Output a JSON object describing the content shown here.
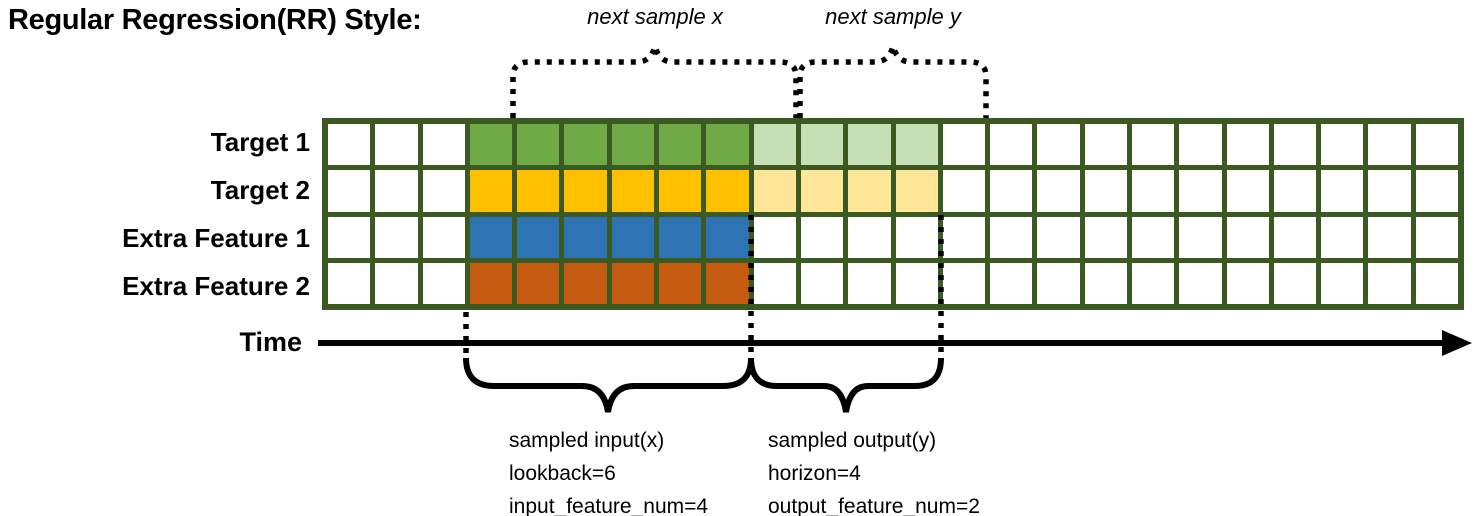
{
  "title": "Regular Regression(RR) Style:",
  "annotations": {
    "next_sample_x": "next sample x",
    "next_sample_y": "next sample y"
  },
  "time_axis": {
    "label": "Time"
  },
  "grid": {
    "columns": 24,
    "lookback_start_col": 3,
    "lookback_cols": 6,
    "horizon_cols": 4,
    "border_color": "#3a5a22",
    "rows": [
      {
        "label": "Target 1",
        "fill": "#6faa47",
        "light_fill": "#c6dfb4",
        "has_light": true
      },
      {
        "label": "Target 2",
        "fill": "#ffc000",
        "light_fill": "#ffe699",
        "has_light": true
      },
      {
        "label": "Extra Feature 1",
        "fill": "#2e74b5",
        "light_fill": null,
        "has_light": false
      },
      {
        "label": "Extra Feature 2",
        "fill": "#c55a11",
        "light_fill": null,
        "has_light": false
      }
    ]
  },
  "bottom_left_label": {
    "lines": [
      "sampled input(x)",
      "lookback=6",
      "input_feature_num=4"
    ]
  },
  "bottom_right_label": {
    "lines": [
      "sampled output(y)",
      "horizon=4",
      "output_feature_num=2"
    ]
  }
}
